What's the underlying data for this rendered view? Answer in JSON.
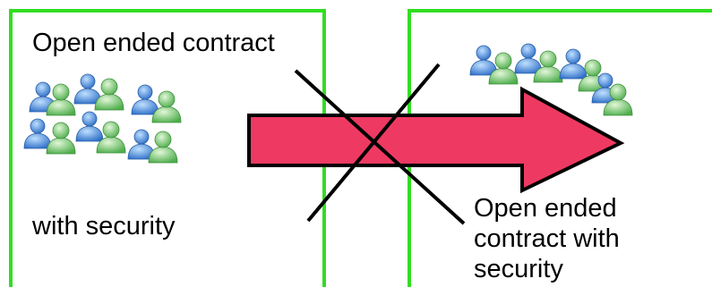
{
  "left_panel": {
    "title": "Open ended contract",
    "caption": "with security",
    "icon": "users-group-icon"
  },
  "right_panel": {
    "caption_line1": "Open ended",
    "caption_line2": "contract with",
    "caption_line3": "security",
    "icon": "users-group-icon"
  },
  "arrow": {
    "color": "#ee3a62",
    "icon": "arrow-right-icon"
  },
  "cross": {
    "icon": "cross-out-icon"
  },
  "colors": {
    "panel_border": "#33dd22",
    "person_blue": "#3b7fd6",
    "person_green": "#6cc46a"
  }
}
